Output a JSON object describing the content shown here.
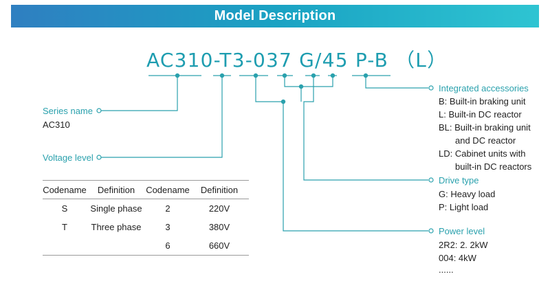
{
  "header": {
    "title": "Model Description"
  },
  "model_code": "AC310-T3-037 G/45 P-B （L）",
  "series": {
    "title": "Series name",
    "value": "AC310"
  },
  "voltage": {
    "title": "Voltage level"
  },
  "table": {
    "headers": [
      "Codename",
      "Definition",
      "Codename",
      "Definition"
    ],
    "rows": [
      [
        "S",
        "Single phase",
        "2",
        "220V"
      ],
      [
        "T",
        "Three phase",
        "3",
        "380V"
      ],
      [
        "",
        "",
        "6",
        "660V"
      ]
    ]
  },
  "accessories": {
    "title": "Integrated accessories",
    "items": [
      "B: Built-in braking unit",
      "L: Built-in DC reactor",
      "BL: Built-in braking unit",
      "and DC reactor",
      "LD: Cabinet units with",
      "built-in DC reactors"
    ]
  },
  "drive": {
    "title": "Drive type",
    "items": [
      "G: Heavy load",
      "P: Light load"
    ]
  },
  "power": {
    "title": "Power level",
    "items": [
      "2R2: 2. 2kW",
      "004: 4kW",
      "......"
    ]
  },
  "colors": {
    "accent": "#2aa1ad",
    "header_start": "#2f7fc1",
    "header_end": "#2ec4d2"
  }
}
